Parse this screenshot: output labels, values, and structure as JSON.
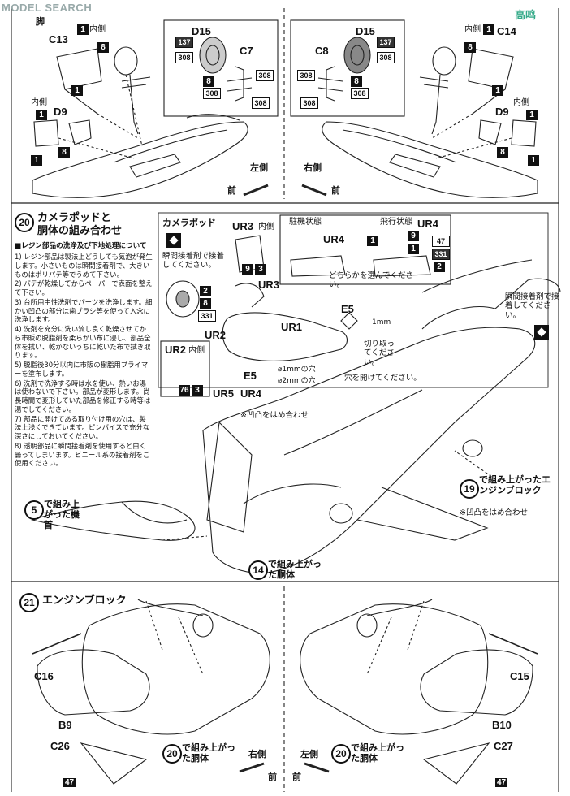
{
  "watermark": {
    "left": "MODEL SEARCH",
    "right": "高鸣"
  },
  "step19": {
    "title_fragment": "脚",
    "left": {
      "parts": [
        "C13",
        "D9",
        "D15",
        "C7"
      ],
      "nums": [
        "1",
        "8",
        "1",
        "1",
        "1",
        "8"
      ],
      "codes": [
        "137",
        "308",
        "308",
        "308",
        "308"
      ],
      "innerside": [
        "内側",
        "内側"
      ],
      "side": "左側",
      "front": "前"
    },
    "right": {
      "parts": [
        "D15",
        "C8",
        "C14",
        "D9"
      ],
      "nums": [
        "1",
        "8",
        "1",
        "1",
        "1",
        "8"
      ],
      "codes": [
        "137",
        "308",
        "308",
        "308",
        "308"
      ],
      "innerside": [
        "内側",
        "内側"
      ],
      "side": "右側",
      "front": "前"
    }
  },
  "step20": {
    "number": "20",
    "title_line1": "カメラポッドと",
    "title_line2": "胴体の組み合わせ",
    "notes": {
      "heading": "■レジン部品の洗浄及び下地処理について",
      "items": [
        "1) レジン部品は製法上どうしても気泡が発生します。小さいものは瞬間接着剤で、大きいものはポリパテ等でうめて下さい。",
        "2) パテが乾燥してからペーパーで表面を整えて下さい。",
        "3) 台所用中性洗剤でパーツを洗浄します。細かい凹凸の部分は歯ブラシ等を使って入念に洗浄します。",
        "4) 洗剤を充分に洗い流し良く乾燥させてから市販の脱脂剤を柔らかい布に浸し、部品全体を拭い、乾かないうちに乾いた布で拭き取ります。",
        "5) 脱脂後30分以内に市販の樹脂用プライマーを塗布します。",
        "6) 洗剤で洗浄する時は水を使い、熱いお湯は使わないで下さい。部品が変形します。尚長時間で変形していた部品を修正する時等は湯でしてください。",
        "7) 部品に開けてある取り付け用の穴は、製法上浅くできています。ピンバイスで充分な深さにしておいてください。",
        "8) 透明部品に瞬間接着剤を使用すると白く曇ってしまいます。ビニール系の接着剤をご使用ください。"
      ]
    },
    "camera_pod_label": "カメラポッド",
    "adhesive_note": "瞬間接着剤で接着してください。",
    "parts": {
      "ur3": "UR3",
      "ur3_inner": "内側",
      "ur3_nums": [
        "9",
        "3"
      ],
      "ur4_top": "UR4",
      "ur4_right": "UR4",
      "parked": "駐機状態",
      "flight": "飛行状態",
      "choose": "どちらかを選んでください。",
      "ur4_nums": [
        "1",
        "9",
        "1",
        "2"
      ],
      "ur4_codes": [
        "47",
        "331"
      ],
      "ur3_mid": "UR3",
      "pod_nums": [
        "2",
        "8"
      ],
      "pod_code": "331",
      "ur1": "UR1",
      "ur2": "UR2",
      "ur2_box": "UR2",
      "ur2_inner": "内側",
      "ur2_nums": [
        "76",
        "3"
      ],
      "ur5": "UR5",
      "ur4_bottom": "UR4",
      "e5_mid": "E5",
      "e5": "E5",
      "hole_1mm": "1mm",
      "cut_note": "切り取ってください。",
      "hole_note": "穴を開けてください。",
      "hole1": "⌀1mmの穴",
      "hole2": "⌀2mmの穴",
      "fit_note1": "※凹凸をはめ合わせ",
      "fit_note2": "※凹凸をはめ合わせ",
      "right_adhesive": "瞬間接着剤で接着してください。"
    },
    "refs": [
      {
        "num": "5",
        "text": "で組み上がった機首"
      },
      {
        "num": "14",
        "text": "で組み上がった胴体"
      },
      {
        "num": "19",
        "text": "で組み上がったエンジンブロック"
      }
    ]
  },
  "step21": {
    "number": "21",
    "title": "エンジンブロック",
    "left": {
      "parts": [
        "C16",
        "B9",
        "C26"
      ],
      "ref_num": "20",
      "ref_text": "で組み上がった胴体",
      "side": "右側",
      "front": "前",
      "code": "47"
    },
    "right": {
      "parts": [
        "C15",
        "B10",
        "C27"
      ],
      "ref_num": "20",
      "ref_text": "で組み上がった胴体",
      "side": "左側",
      "front": "前",
      "code": "47"
    }
  }
}
